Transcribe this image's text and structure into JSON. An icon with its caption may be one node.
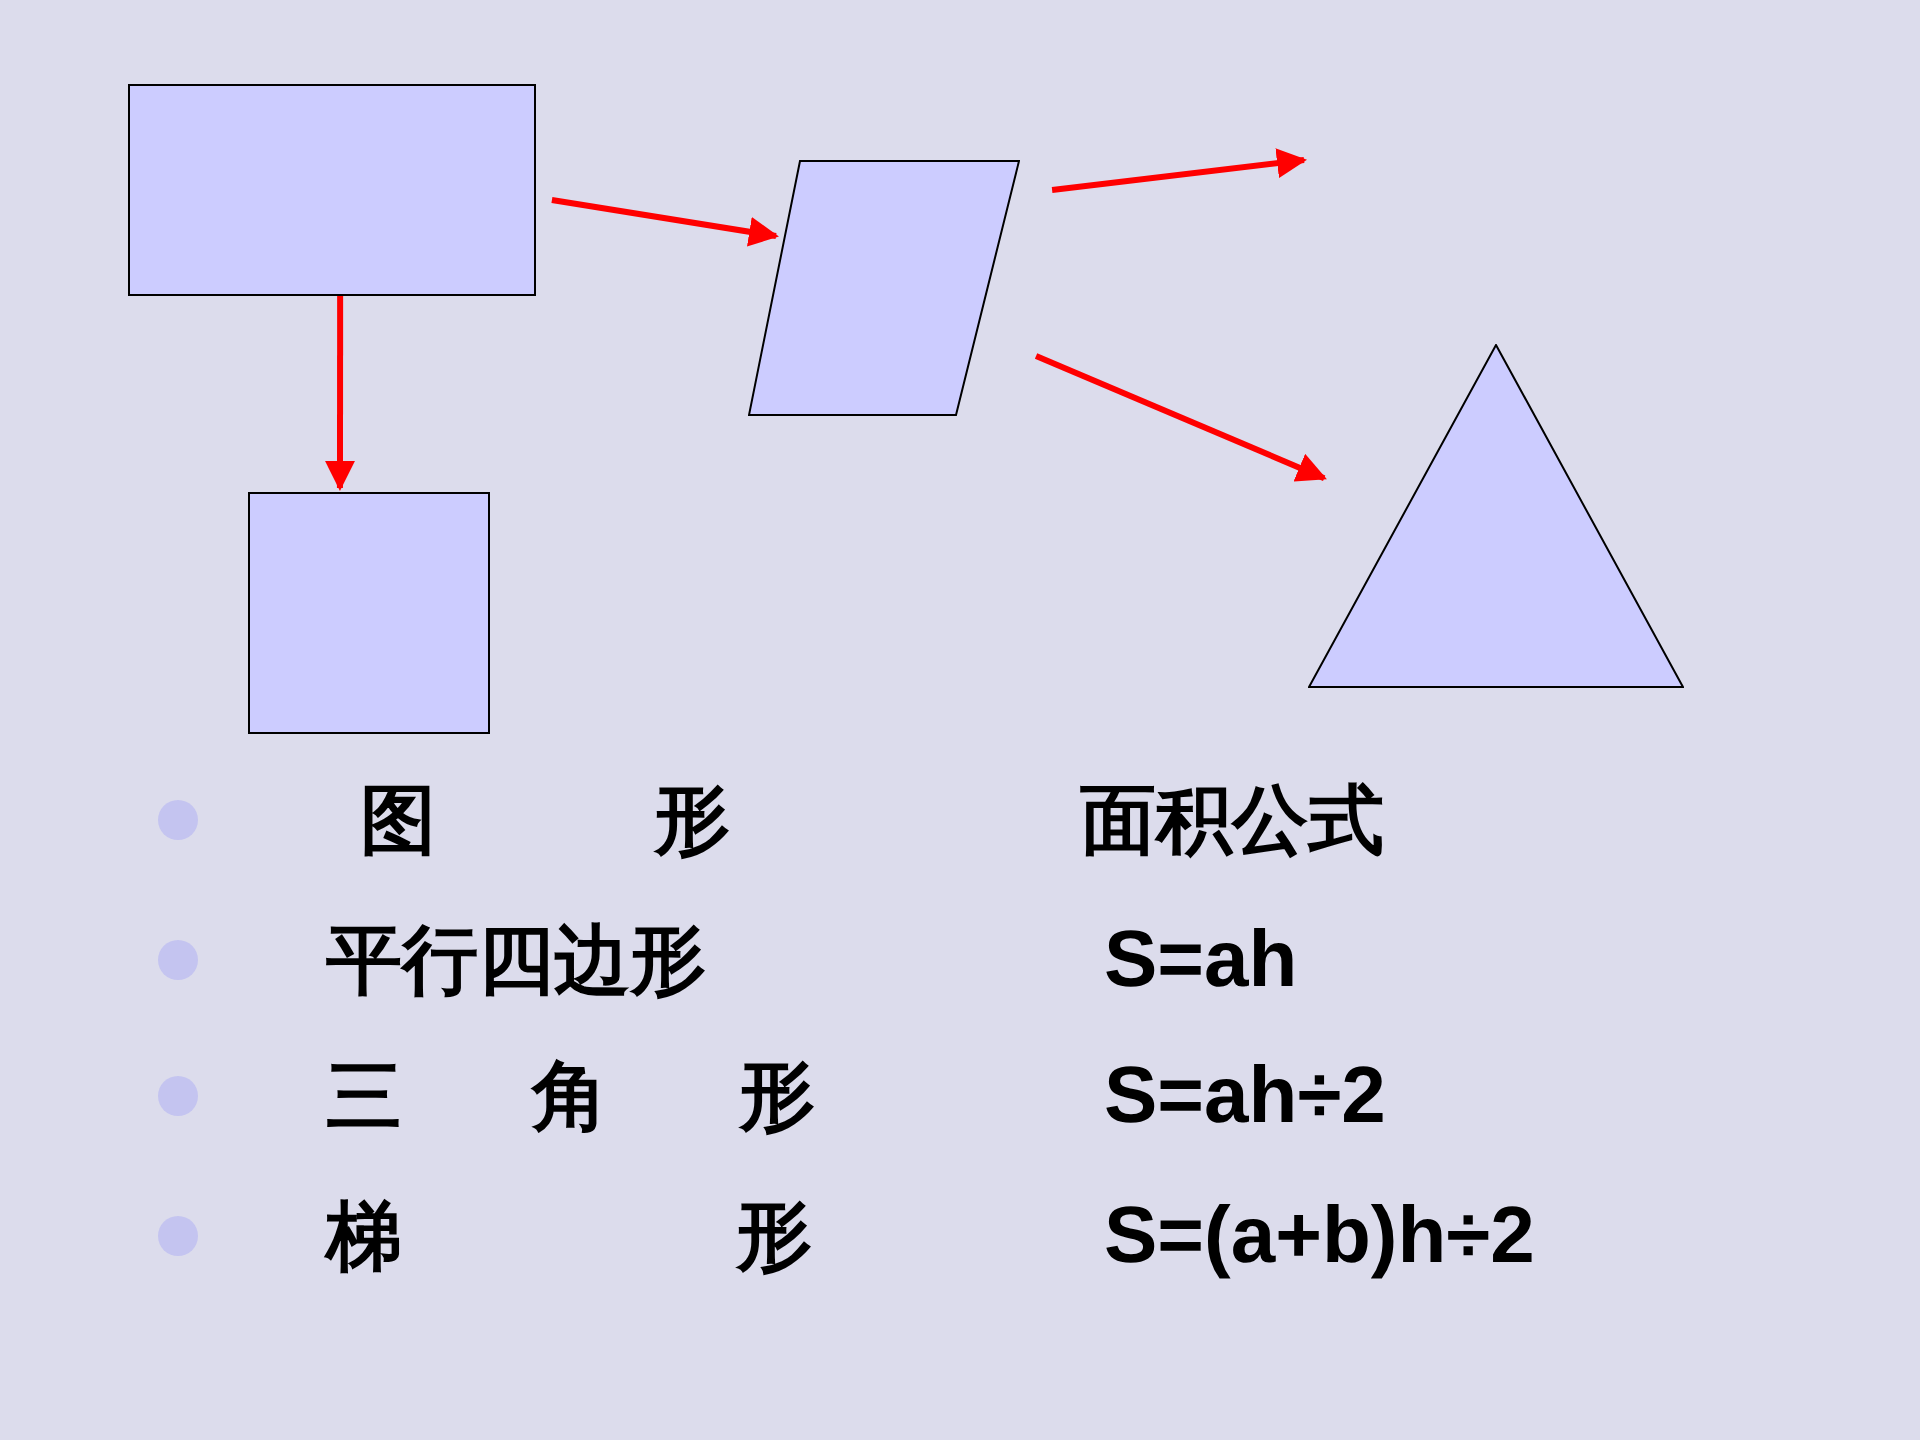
{
  "diagram": {
    "nodes": [
      {
        "text": [],
        "shape": "box"
      },
      {
        "text": [],
        "shape": "parallelogram"
      },
      {
        "text": [],
        "shape": "triangle"
      },
      {
        "text": [],
        "shape": "box"
      }
    ],
    "edges": [
      {
        "from": 0,
        "to": 3,
        "arrow": "to"
      },
      {
        "from": 0,
        "to": 1,
        "arrow": "to"
      },
      {
        "from": 1,
        "to": null,
        "arrow": "to"
      },
      {
        "from": 1,
        "to": 2,
        "arrow": "to"
      }
    ],
    "labels": [
      "图 形",
      "面积公式",
      "平行四边形",
      "S=ah",
      "三 角 形",
      "S=ah÷2",
      "梯 形",
      "S=(a+b)h÷2"
    ]
  }
}
